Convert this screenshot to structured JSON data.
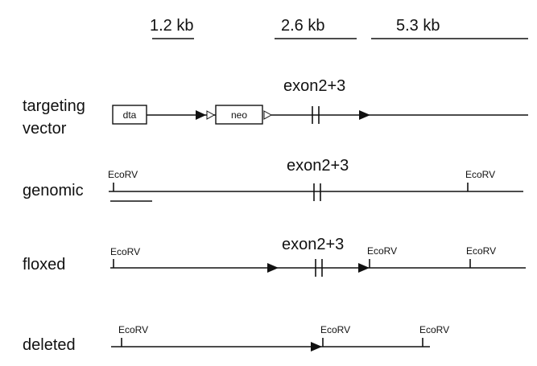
{
  "scale_bars": [
    "1.2 kb",
    "2.6 kb",
    "5.3 kb"
  ],
  "rows": {
    "targeting": {
      "label_line1": "targeting",
      "label_line2": "vector",
      "exon_label": "exon2+3",
      "box_dta": "dta",
      "box_neo": "neo"
    },
    "genomic": {
      "label": "genomic",
      "exon_label": "exon2+3",
      "site_left": "EcoRV",
      "site_right": "EcoRV"
    },
    "floxed": {
      "label": "floxed",
      "exon_label": "exon2+3",
      "site_left": "EcoRV",
      "site_mid": "EcoRV",
      "site_right": "EcoRV"
    },
    "deleted": {
      "label": "deleted",
      "site_left": "EcoRV",
      "site_mid": "EcoRV",
      "site_right": "EcoRV"
    }
  }
}
